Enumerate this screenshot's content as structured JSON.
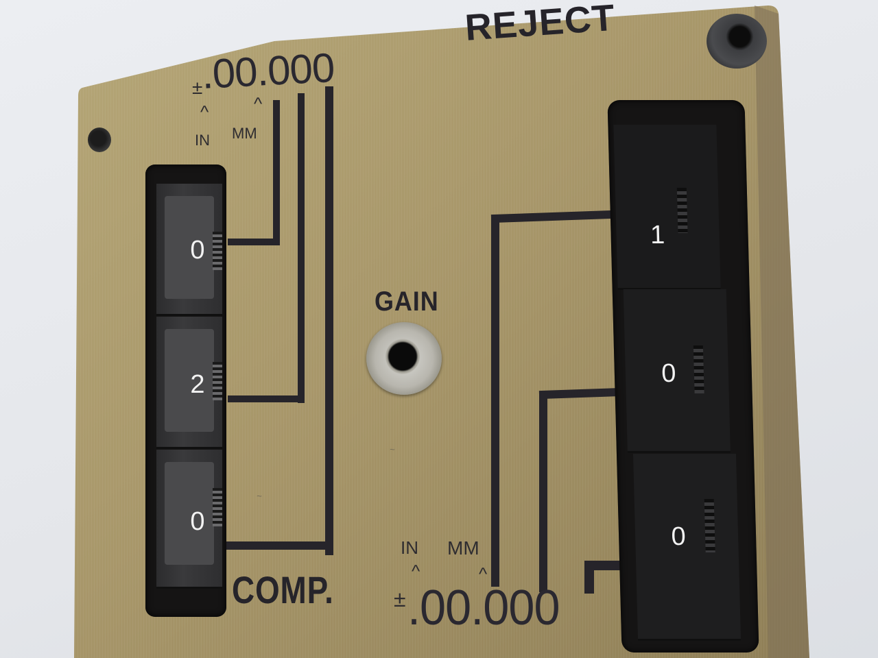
{
  "scene": {
    "description": "Brass control panel with two thumbwheel switch banks and a gain adjustment jack",
    "colors": {
      "background": "#e6e8ec",
      "brass_plate": "#a89766",
      "ink": "#26242a",
      "switch_body": "#1a1a1a",
      "digit": "#f2f2f2"
    }
  },
  "labels": {
    "reject": "REJECT",
    "gain": "GAIN",
    "comp": "COMP."
  },
  "comp_scale": {
    "sign": "±",
    "format": ".00.000",
    "in_caret": "^",
    "mm_caret": "^",
    "in_label": "IN",
    "mm_label": "MM"
  },
  "reject_scale": {
    "sign": "±",
    "format": ".00.000",
    "in_caret": "^",
    "mm_caret": "^",
    "in_label": "IN",
    "mm_label": "MM"
  },
  "comp_switches": {
    "digits": [
      "0",
      "2",
      "0"
    ]
  },
  "reject_switches": {
    "digits": [
      "1",
      "0",
      "0"
    ]
  },
  "markings": {
    "scratch_1": "~",
    "scratch_2": "~"
  }
}
